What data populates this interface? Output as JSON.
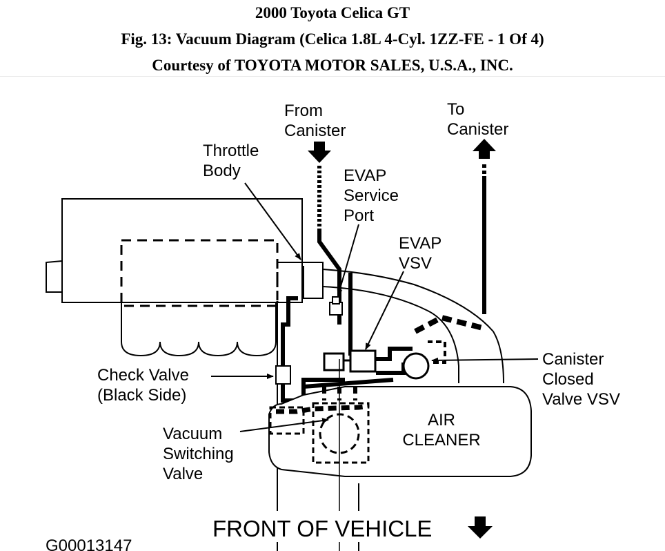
{
  "header": {
    "title": "2000 Toyota Celica GT",
    "figure": "Fig. 13: Vacuum Diagram (Celica 1.8L 4-Cyl. 1ZZ-FE - 1 Of 4)",
    "courtesy": "Courtesy of TOYOTA MOTOR SALES, U.S.A., INC."
  },
  "labels": {
    "from_canister_1": "From",
    "from_canister_2": "Canister",
    "to_canister_1": "To",
    "to_canister_2": "Canister",
    "throttle_body_1": "Throttle",
    "throttle_body_2": "Body",
    "evap_port_1": "EVAP",
    "evap_port_2": "Service",
    "evap_port_3": "Port",
    "evap_vsv_1": "EVAP",
    "evap_vsv_2": "VSV",
    "canister_vsv_1": "Canister",
    "canister_vsv_2": "Closed",
    "canister_vsv_3": "Valve VSV",
    "check_valve_1": "Check Valve",
    "check_valve_2": "(Black Side)",
    "vacuum_valve_1": "Vacuum",
    "vacuum_valve_2": "Switching",
    "vacuum_valve_3": "Valve",
    "air_cleaner_1": "AIR",
    "air_cleaner_2": "CLEANER",
    "front": "FRONT OF VEHICLE",
    "figure_code": "G00013147"
  },
  "colors": {
    "ink": "#000000",
    "background": "#ffffff"
  }
}
